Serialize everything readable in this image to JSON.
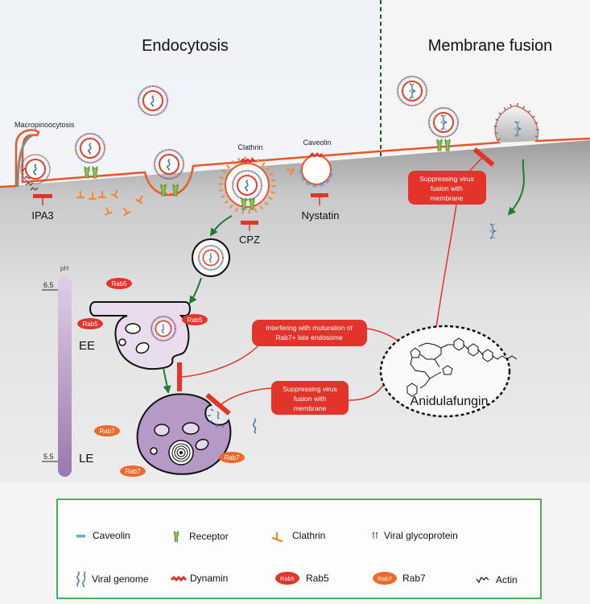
{
  "sections": {
    "endocytosis_title": "Endocytosis",
    "fusion_title": "Membrane fusion"
  },
  "pathways": {
    "macropinocytosis": "Macropinoocytosis",
    "clathrin": "Clathrin",
    "caveolin": "Caveolin"
  },
  "inhibitors": {
    "ipa3": "IPA3",
    "cpz": "CPZ",
    "nystatin": "Nystatin"
  },
  "ph_scale": {
    "label": "pH",
    "high": "6.5",
    "low": "5.5"
  },
  "compartments": {
    "early_endosome": "EE",
    "late_endosome": "LE"
  },
  "rab_badges": {
    "rab5": "Rab5",
    "rab7": "Rab7"
  },
  "drug": {
    "name": "Anidulafungin"
  },
  "mechanisms": {
    "fusion_membrane": [
      "Suppressing virus",
      "fusion with",
      "membrane"
    ],
    "maturation": [
      "Interfering with muturation of",
      "Rab7+ late endosome"
    ],
    "fusion_endosome": [
      "Suppressing virus",
      "fusion with",
      "membrane"
    ]
  },
  "legend": {
    "items": [
      {
        "icon": "caveolin-icon",
        "label": "Caveolin"
      },
      {
        "icon": "receptor-icon",
        "label": "Receptor"
      },
      {
        "icon": "clathrin-icon",
        "label": "Clathrin"
      },
      {
        "icon": "viral-glycoprotein-icon",
        "label": "Viral glycoprotein"
      },
      {
        "icon": "viral-genome-icon",
        "label": "Viral genome"
      },
      {
        "icon": "dynamin-icon",
        "label": "Dynamin"
      },
      {
        "icon": "rab5-icon",
        "badge": "Rab5",
        "label": "Rab5"
      },
      {
        "icon": "rab7-icon",
        "badge": "Rab7",
        "label": "Rab7"
      },
      {
        "icon": "actin-icon",
        "label": "Actin"
      }
    ]
  },
  "colors": {
    "membrane": "#e8562a",
    "inhibitor_red": "#e3342b",
    "clathrin_orange": "#f08a3c",
    "glyco_blue": "#3f7fc4",
    "receptor_green": "#7cb342",
    "arrow_green": "#1f7a32",
    "legend_border": "#1f9a3a",
    "rab5": "#e3342b",
    "rab7": "#ee6a2c",
    "ee_fill": "#e9dcec",
    "le_fill": "#b69ac6"
  }
}
